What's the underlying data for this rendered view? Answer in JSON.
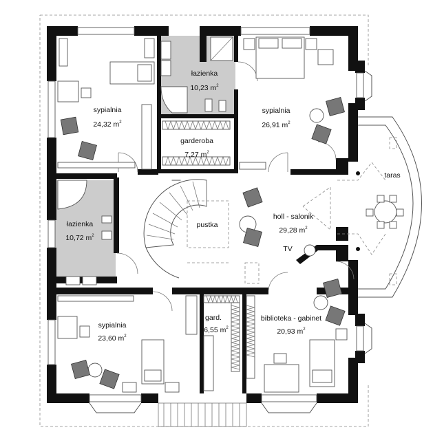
{
  "rooms": {
    "bedroom_top_left": {
      "name": "sypialnia",
      "area": "24,32 m",
      "sup": "2"
    },
    "bathroom_top": {
      "name": "łazienka",
      "area": "10,23 m",
      "sup": "2"
    },
    "bedroom_top_right": {
      "name": "sypialnia",
      "area": "26,91 m",
      "sup": "2"
    },
    "wardrobe_top": {
      "name": "garderoba",
      "area": "7,27 m",
      "sup": "2"
    },
    "bathroom_left": {
      "name": "łazienka",
      "area": "10,72 m",
      "sup": "2"
    },
    "void": {
      "name": "pustka"
    },
    "hall": {
      "name": "holl - salonik",
      "area": "29,28 m",
      "sup": "2"
    },
    "terrace": {
      "name": "taras"
    },
    "tv": {
      "name": "TV"
    },
    "bedroom_bottom_left": {
      "name": "sypialnia",
      "area": "23,60 m",
      "sup": "2"
    },
    "wardrobe_bottom": {
      "name": "gard.",
      "area": "6,55 m",
      "sup": "2"
    },
    "library": {
      "name": "biblioteka - gabinet",
      "area": "20,93 m",
      "sup": "2"
    }
  },
  "colors": {
    "wall": "#111111",
    "bathroom_fill": "#cccccc",
    "background": "#ffffff"
  }
}
